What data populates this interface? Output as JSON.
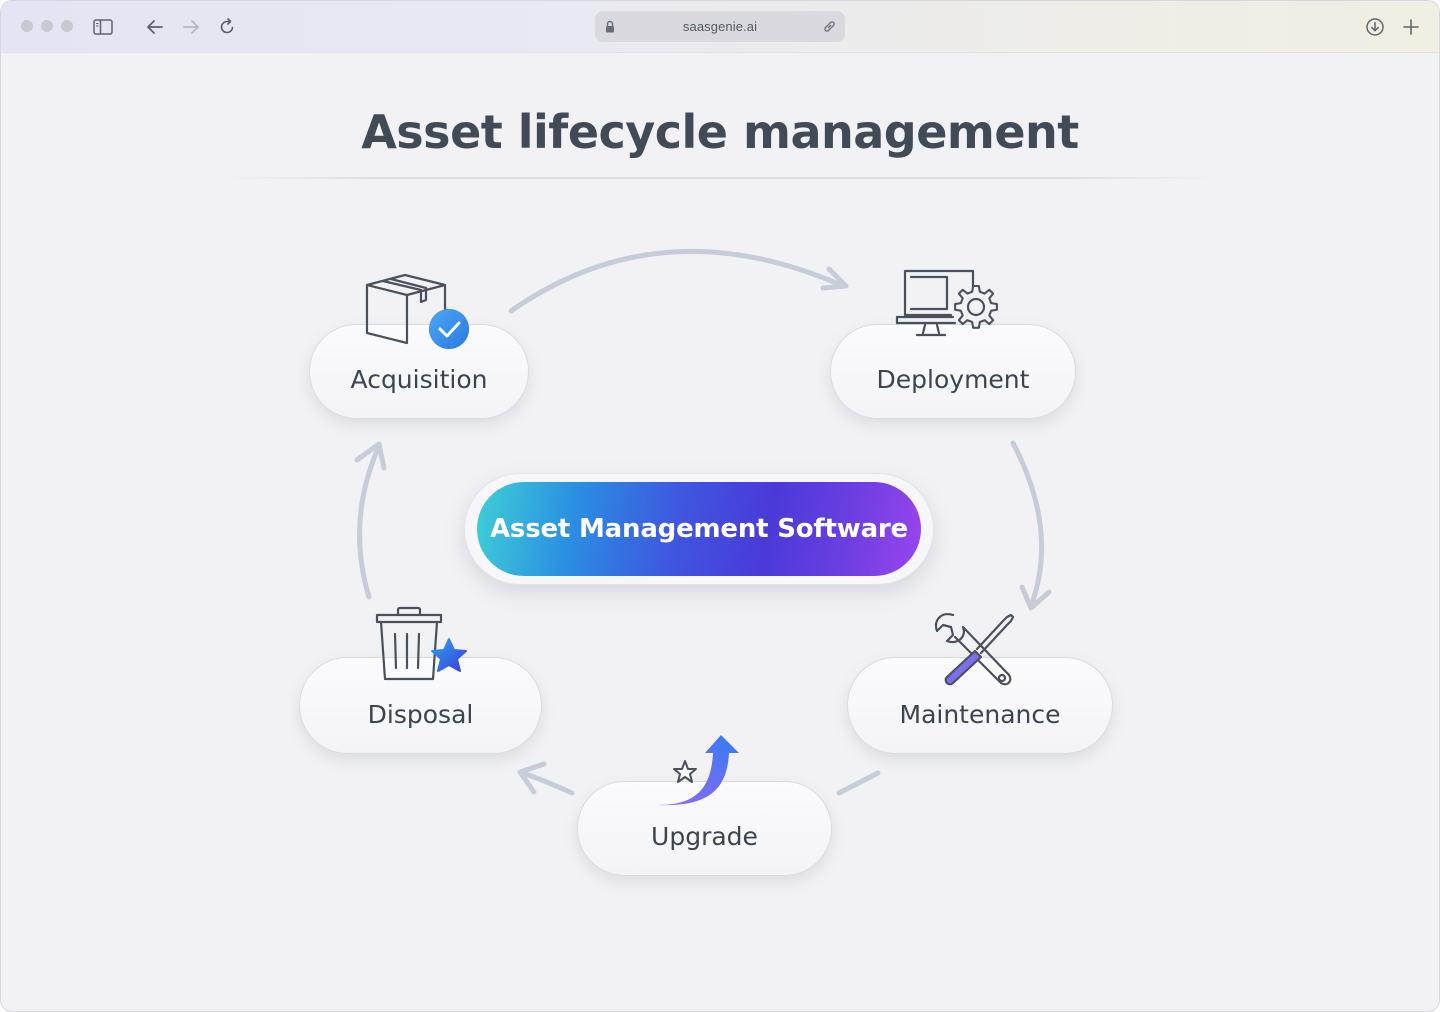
{
  "browser": {
    "url": "saasgenie.ai",
    "icons": {
      "sidebar": "sidebar-icon",
      "back": "arrow-left-icon",
      "forward": "arrow-right-icon",
      "reload": "reload-icon",
      "lock": "lock-icon",
      "link": "link-icon",
      "download": "download-icon",
      "new_tab": "plus-icon"
    }
  },
  "diagram": {
    "title": "Asset lifecycle management",
    "center": {
      "label": "Asset Management Software",
      "gradient": [
        "#3fd0d6",
        "#2a8fe2",
        "#4a3ad8",
        "#9a45ee"
      ]
    },
    "stages": [
      {
        "label": "Acquisition",
        "icon": "package-check-icon",
        "accent": "#2f8ff0"
      },
      {
        "label": "Deployment",
        "icon": "monitor-gear-icon"
      },
      {
        "label": "Maintenance",
        "icon": "wrench-screwdriver-icon",
        "accent": "#7b6ff0"
      },
      {
        "label": "Upgrade",
        "icon": "upgrade-arrow-star-icon",
        "accent": "#3f6ff0"
      },
      {
        "label": "Disposal",
        "icon": "trash-star-icon",
        "accent": "#3566e8"
      }
    ],
    "flow": [
      "Acquisition",
      "Deployment",
      "Maintenance",
      "Upgrade",
      "Disposal",
      "Acquisition"
    ],
    "arrow_color": "#c6ccd8"
  }
}
